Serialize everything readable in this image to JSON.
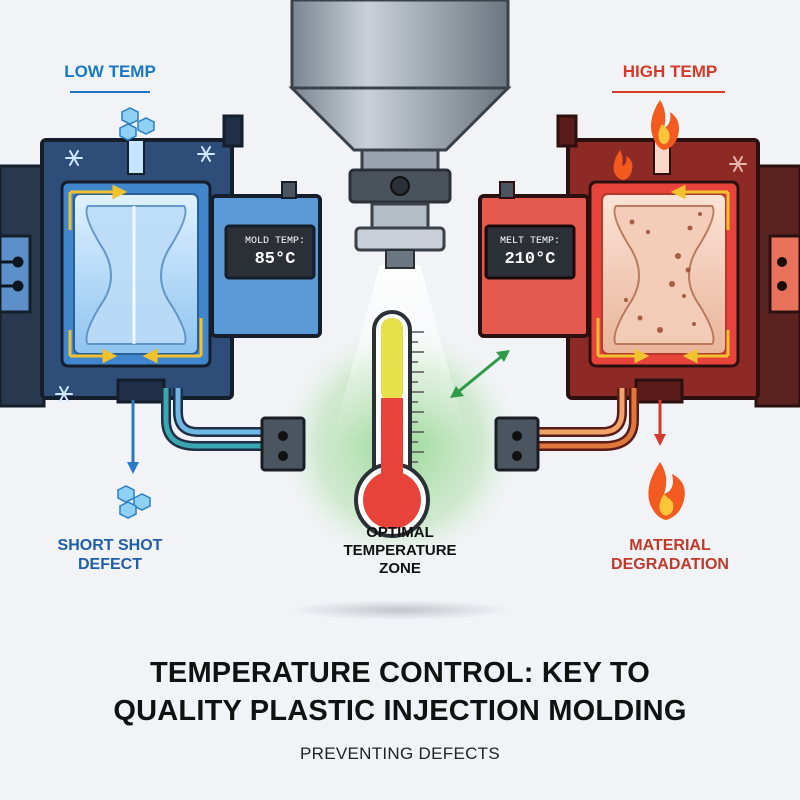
{
  "labels": {
    "low_temp": "LOW TEMP",
    "high_temp": "HIGH TEMP",
    "short_shot_line1": "SHORT SHOT",
    "short_shot_line2": "DEFECT",
    "degradation_line1": "MATERIAL",
    "degradation_line2": "DEGRADATION",
    "optimal_line1": "OPTIMAL",
    "optimal_line2": "TEMPERATURE",
    "optimal_line3": "ZONE"
  },
  "readouts": {
    "mold_caption": "MOLD TEMP:",
    "mold_value": "85°C",
    "melt_caption": "MELT TEMP:",
    "melt_value": "210°C"
  },
  "title": {
    "line1": "TEMPERATURE CONTROL: KEY TO",
    "line2": "QUALITY PLASTIC INJECTION MOLDING",
    "subtitle": "PREVENTING DEFECTS"
  },
  "icons": {
    "cold": "snowflake-icon",
    "hot": "flame-icon",
    "gauge": "thermometer-icon"
  },
  "colors": {
    "cold_accent": "#1a78c2",
    "hot_accent": "#d63a2a",
    "optimal_zone": "#8fd18a",
    "flow_arrow": "#f2c12e"
  }
}
